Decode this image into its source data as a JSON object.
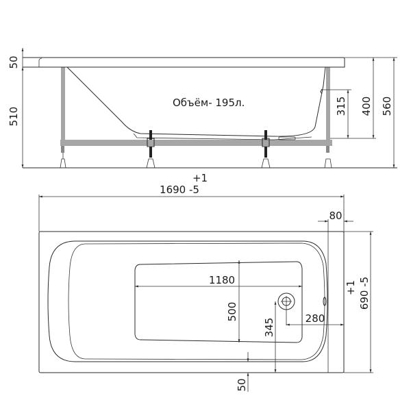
{
  "side_view": {
    "volume_label": "Объём- 195л.",
    "dimensions": {
      "rim_height": "50",
      "body_height": "510",
      "overflow_height": "315",
      "inner_height": "400",
      "total_height": "560"
    }
  },
  "top_view": {
    "length": {
      "tolerance_plus": "+1",
      "value_minus": "1690 -5"
    },
    "rim_offset": "80",
    "bowl_length": "1180",
    "bowl_width": "500",
    "drain_from_edge_y": "345",
    "drain_from_edge_x": "280",
    "bottom_margin": "50",
    "width": {
      "tolerance_plus": "+1",
      "value_minus": "690 -5"
    }
  },
  "colors": {
    "line": "#2a2a2a",
    "frame": "#a6a6a6",
    "background": "#ffffff"
  }
}
